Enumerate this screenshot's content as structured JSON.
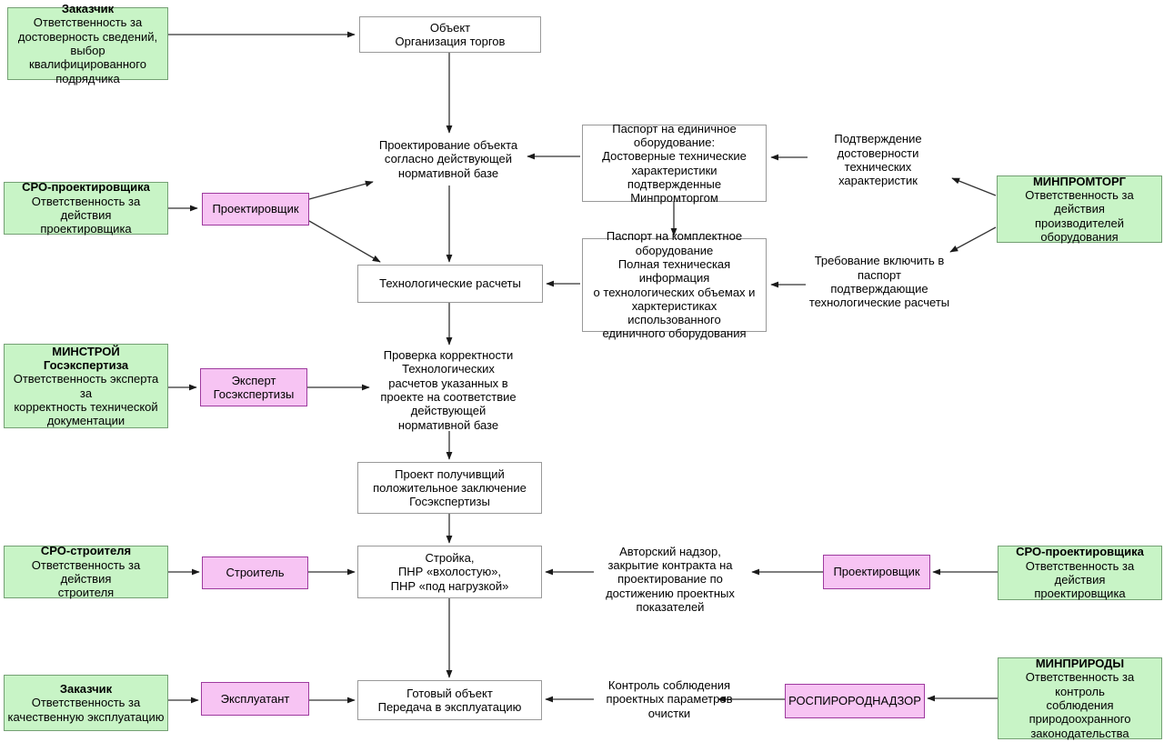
{
  "diagram": {
    "colors": {
      "green_fill": "#c8f4c6",
      "green_border": "#74a074",
      "pink_fill": "#f7c4f3",
      "pink_border": "#9e3a9e",
      "white_border": "#999999",
      "line": "#333333"
    },
    "nodes": {
      "zakazchik1": {
        "title": "Заказчик",
        "body": "Ответственность за\nдостоверность сведений,\nвыбор квалифицированного\nподрядчика"
      },
      "sro_proj1": {
        "title": "СРО-проектировщика",
        "body": "Ответственность за действия\nпроектировщика"
      },
      "minpromtorg": {
        "title": "МИНПРОМТОРГ",
        "body": "Ответственность за действия\nпроизводителей\nоборудования"
      },
      "minstroy": {
        "title": "МИНСТРОЙ",
        "subtitle": "Госэкспертиза",
        "body": "Ответственность эксперта за\nкорректность технической\nдокументации"
      },
      "sro_stroit": {
        "title": "СРО-строителя",
        "body": "Ответственность за действия\nстроителя"
      },
      "sro_proj2": {
        "title": "СРО-проектировщика",
        "body": "Ответственность за действия\nпроектировщика"
      },
      "zakazchik2": {
        "title": "Заказчик",
        "body": "Ответственность за\nкачественную эксплуатацию"
      },
      "minprirody": {
        "title": "МИНПРИРОДЫ",
        "body": "Ответственность за контроль\nсоблюдения\nприродоохранного\nзаконодательства"
      },
      "proektirovschik1": {
        "text": "Проектировщик"
      },
      "ekspert": {
        "text": "Эксперт\nГосэкспертизы"
      },
      "stroitel": {
        "text": "Строитель"
      },
      "proektirovschik2": {
        "text": "Проектировщик"
      },
      "ekspluatant": {
        "text": "Эксплуатант"
      },
      "rospirorodnadzor": {
        "text": "РОСПИРОРОДНАДЗОР"
      },
      "obekt": {
        "text": "Объект\nОрганизация торгов"
      },
      "pasport_edinichnoe": {
        "text": "Паспорт на единичное\nоборудование:\nДостоверные технические\nхарактеристики подтвержденные\nМинпромторгом"
      },
      "tech_raschety": {
        "text": "Технологические расчеты"
      },
      "pasport_komplektnoe": {
        "text": "Паспорт на комплектное\nоборудование\nПолная техническая информация\nо технологических объемах и\nхарктеристиках использованного\nединичного оборудования"
      },
      "proekt": {
        "text": "Проект получивщий\nположительное заключение\nГосэкспертизы"
      },
      "stroika": {
        "text": "Стройка,\nПНР «вхолостую»,\nПНР «под нагрузкой»"
      },
      "gotovy_obekt": {
        "text": "Готовый объект\nПередача в эксплуатацию"
      },
      "proektirovanie": {
        "text": "Проектирование объекта\nсогласно действующей\nнормативной базе"
      },
      "podtverzhdenie": {
        "text": "Подтверждение\nдостоверности\nтехнических\nхарактеристик"
      },
      "trebovanie": {
        "text": "Требование включить в\nпаспорт\nподтверждающие\nтехнологические расчеты"
      },
      "proverka": {
        "text": "Проверка корректности\nТехнологических\nрасчетов указанных в\nпроекте на соответствие\nдействующей\nнормативной базе"
      },
      "avtorsky_nadzor": {
        "text": "Авторский надзор,\nзакрытие контракта на\nпроектирование по\nдостижению проектных\nпоказателей"
      },
      "kontrol": {
        "text": "Контроль соблюдения\nпроектных параметров\nочистки"
      }
    }
  }
}
